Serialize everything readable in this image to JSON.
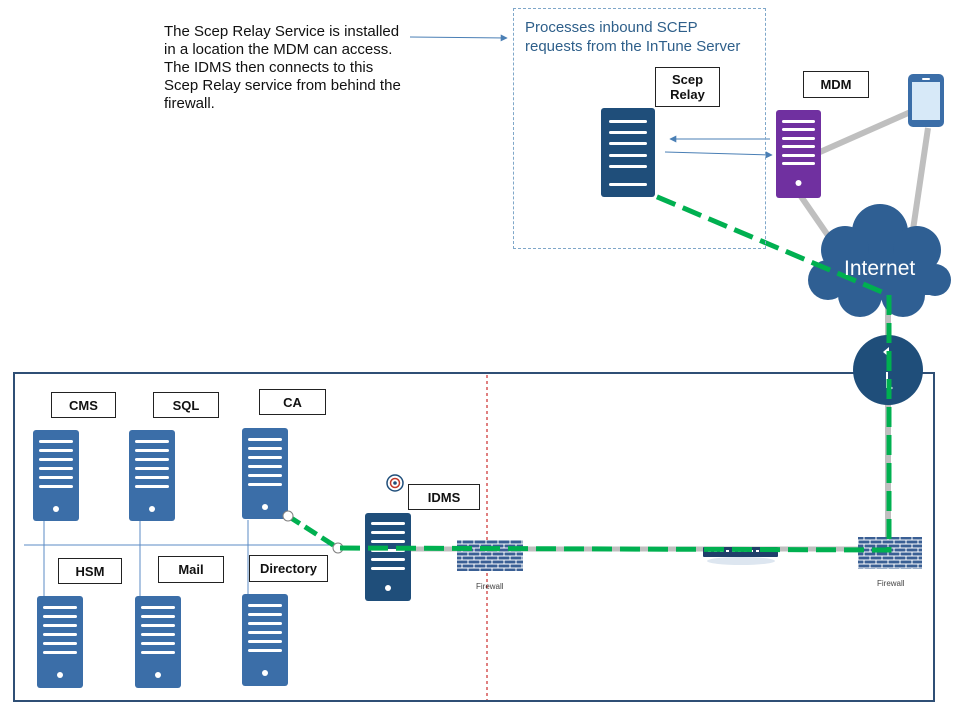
{
  "description_note": "The Scep Relay Service is installed in a location the MDM can access. The IDMS then connects to this Scep Relay service from behind the firewall.",
  "callout": {
    "line1": "Processes inbound SCEP",
    "line2": "requests from the InTune Server"
  },
  "labels": {
    "scep_relay_line1": "Scep",
    "scep_relay_line2": "Relay",
    "mdm": "MDM",
    "internet": "Internet",
    "cms": "CMS",
    "sql": "SQL",
    "ca": "CA",
    "idms": "IDMS",
    "hsm": "HSM",
    "mail": "Mail",
    "directory": "Directory",
    "firewall_left": "Firewall",
    "firewall_right": "Firewall"
  },
  "colors": {
    "server_blue": "#3b6ea8",
    "server_dark": "#1f4e7a",
    "mdm_purple": "#7030a0",
    "cloud": "#2f5f93",
    "connection_green": "#00b050",
    "network_gray": "#bfbfbf",
    "firewall_brick": "#3a5f94",
    "frame": "#2f4f75",
    "divider_red": "#c00000"
  },
  "icons": {
    "phone": "smartphone-icon",
    "router": "router-icon",
    "switch": "network-switch-icon",
    "firewall": "firewall-icon",
    "idms_badge": "target-badge-icon"
  }
}
